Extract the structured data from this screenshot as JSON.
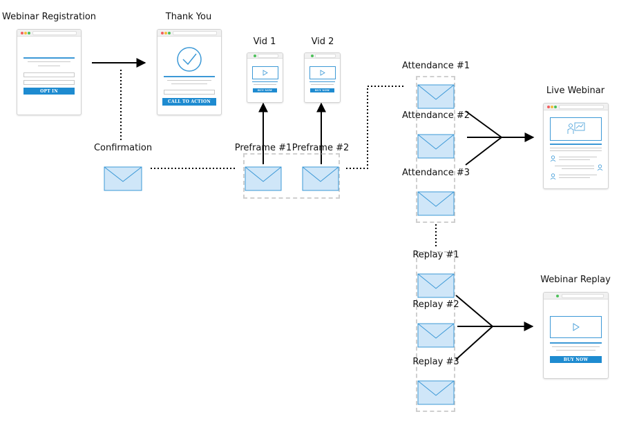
{
  "labels": {
    "webinar_registration": "Webinar Registration",
    "thank_you": "Thank You",
    "vid1": "Vid 1",
    "vid2": "Vid 2",
    "confirmation": "Confirmation",
    "preframe1": "Preframe #1",
    "preframe2": "Preframe #2",
    "attendance1": "Attendance #1",
    "attendance2": "Attendance #2",
    "attendance3": "Attendance #3",
    "live_webinar": "Live Webinar",
    "replay1": "Replay #1",
    "replay2": "Replay #2",
    "replay3": "Replay #3",
    "webinar_replay": "Webinar Replay"
  },
  "buttons": {
    "opt_in": "OPT IN",
    "call_to_action": "CALL TO ACTION",
    "buy_now_vid1": "BUY NOW",
    "buy_now_vid2": "BUY NOW",
    "buy_now_replay": "BUY NOW"
  },
  "colors": {
    "accent": "#1e8bd0",
    "envelope_fill": "#cfe6f8",
    "envelope_stroke": "#3b98d6",
    "connector": "#000000",
    "group_border": "#cfcfcf"
  },
  "icons": {
    "envelope": "envelope-icon",
    "checkmark": "checkmark-icon",
    "play": "play-icon",
    "presenter": "presenter-chart-icon",
    "user": "user-icon"
  }
}
